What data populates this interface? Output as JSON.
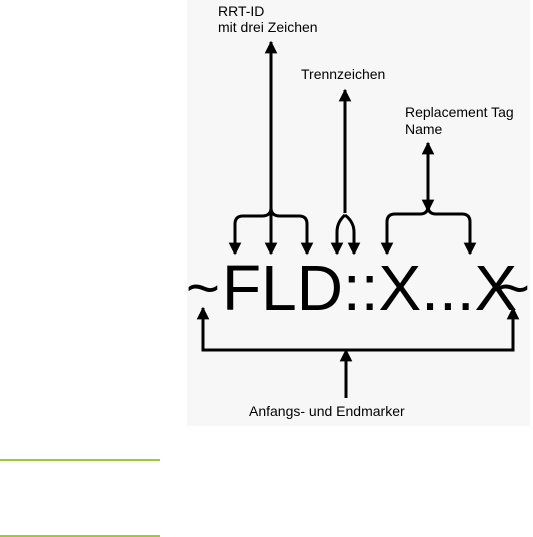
{
  "diagram": {
    "labels": {
      "rrt_id_line1": "RRT-ID",
      "rrt_id_line2": "mit drei Zeichen",
      "separator": "Trennzeichen",
      "replacement_line1": "Replacement Tag",
      "replacement_line2": "Name",
      "markers": "Anfangs- und Endmarker"
    },
    "code": {
      "tilde_start": "~",
      "body": "FLD::X...X",
      "tilde_end": "~"
    }
  },
  "colors": {
    "panel": "#f7f7f7",
    "ink": "#000000",
    "rule": "#99cc33"
  }
}
